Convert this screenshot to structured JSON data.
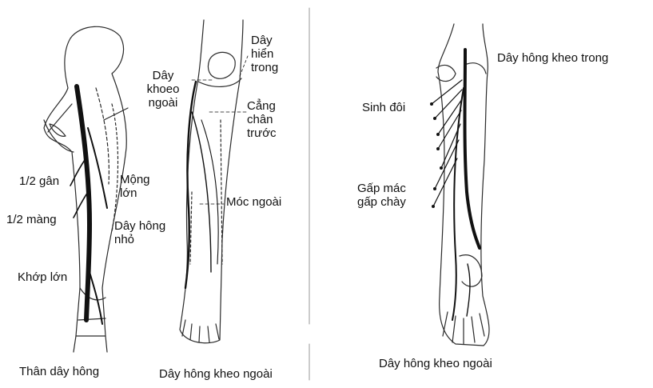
{
  "colors": {
    "ink": "#111111",
    "outline": "#2a2a2a",
    "background": "#ffffff"
  },
  "labels": {
    "half_tendon": "1/2 gân",
    "half_membrane": "1/2 màng",
    "great_adductor": "Khớp lớn",
    "gluteus_major": "Mộng\nlớn",
    "small_sciatic": "Dây hông\nnhỏ",
    "lateral_popliteal": "Dây\nkhoeo ngoài",
    "saphenous_internal": "Dây\nhiển\ntrong",
    "anterior_tibial": "Cẳng\nchân\ntrước",
    "external_hook": "Móc ngoài",
    "medial_popliteal": "Dây hông kheo trong",
    "gastrocnemius": "Sinh đôi",
    "flexor_labels": "Gấp mác\ngấp chày"
  },
  "captions": {
    "panel1": "Thân dây hông",
    "panel2": "Dây hông kheo ngoài",
    "panel3": "Dây hông kheo ngoài"
  }
}
